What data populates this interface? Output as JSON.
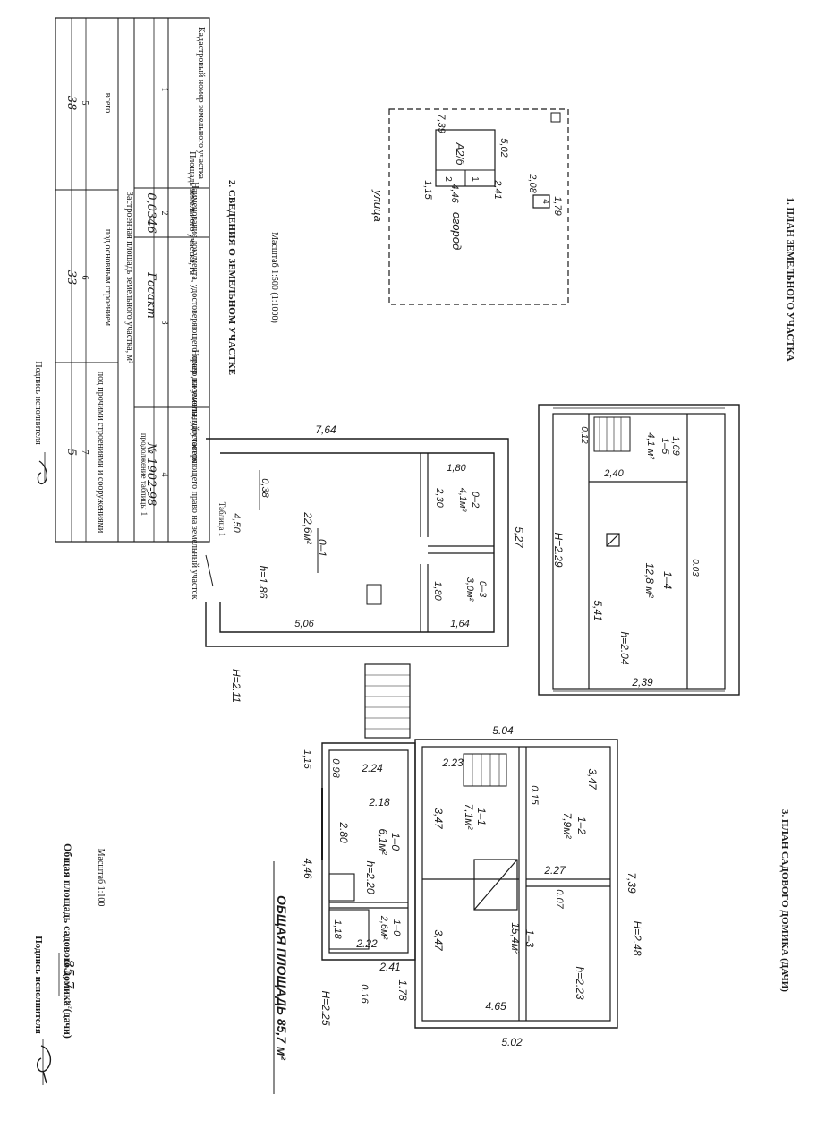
{
  "headings": {
    "land_plan": "1. ПЛАН ЗЕМЕЛЬНОГО УЧАСТКА",
    "land_info": "2. СВЕДЕНИЯ О ЗЕМЕЛЬНОМ УЧАСТКЕ",
    "house_plan": "3. ПЛАН САДОВОГО ДОМИКА (ДАЧИ)",
    "scale_land": "Масштаб 1:500 (1:1000)",
    "scale_house": "Масштаб 1:100"
  },
  "table": {
    "caption": "Таблица 1",
    "continuation": "продолжение таблицы 1",
    "headers": [
      "Кадастровый номер земельного участка",
      "Площадь земельного участка, га",
      "Наименование документа, удостоверяющего право на земельный участок",
      "Номер документа, удостоверяющего право на земельный участок"
    ],
    "col_numbers": [
      "1",
      "2",
      "3",
      "4"
    ],
    "row_values": [
      "0,0346",
      "Госакт",
      "№ 1902-98"
    ],
    "built_area_header": "Застроенная площадь земельного участка, м²",
    "built_headers": [
      "всего",
      "под основным строением",
      "под прочими строениями и сооружениями"
    ],
    "built_col_numbers": [
      "5",
      "6",
      "7"
    ],
    "built_values": [
      "38",
      "33",
      "5"
    ],
    "signature_label": "Подпись исполнителя"
  },
  "site_plan": {
    "street_label": "улица",
    "garden_label": "огород",
    "house_code": "А2/б",
    "dims": [
      "7,39",
      "5,02",
      "2,41",
      "4,46",
      "1,15",
      "2,08",
      "1,79"
    ],
    "marks": [
      "1",
      "2",
      "4"
    ]
  },
  "second_floor": {
    "rooms": [
      {
        "code": "0–1",
        "area": "22,6м²",
        "height": "h=1.86"
      },
      {
        "code": "0–2",
        "area": "4,1м²"
      },
      {
        "code": "0–3",
        "area": "3,0м²"
      }
    ],
    "dims": [
      "7,64",
      "5,27",
      "0,38",
      "4,50",
      "5,06",
      "1,80",
      "2,30",
      "1,80",
      "1,64"
    ],
    "outer_height": "H=2.11"
  },
  "attic": {
    "rooms": [
      {
        "code": "1–5",
        "area": "4,1 м²"
      },
      {
        "code": "1–4",
        "area": "12,8 м²",
        "height": "h=2.04"
      }
    ],
    "dims": [
      "0,12",
      "1,69",
      "2,40",
      "0.03",
      "5,41",
      "2,39"
    ],
    "outer_height": "H=2.29"
  },
  "ground_floor": {
    "rooms": [
      {
        "code": "1–0",
        "area": "6,1м²",
        "height": "h=2.20"
      },
      {
        "code": "1–0",
        "area": "2,6м²"
      },
      {
        "code": "1–1",
        "area": "7,1м²"
      },
      {
        "code": "1–2",
        "area": "7,9м²"
      },
      {
        "code": "1–3",
        "area": "15,4м²",
        "height": "h=2.23"
      }
    ],
    "dims": [
      "5.04",
      "2.24",
      "2.23",
      "0.15",
      "3,47",
      "0.98",
      "2.18",
      "3,47",
      "2.80",
      "2.27",
      "0.07",
      "1,15",
      "4,46",
      "7,39",
      "3,47",
      "1,18",
      "2.22",
      "2.41",
      "0.16",
      "1.78",
      "4.65",
      "5.02"
    ],
    "heights": [
      "H=2.48",
      "H=2.25"
    ],
    "total_area": "ОБЩАЯ ПЛОЩАДЬ 85,7 м²"
  },
  "footer": {
    "total_label": "Общая площадь садового домика (дачи)",
    "total_value": "85,7",
    "total_unit": "м²",
    "signature_label": "Подпись исполнителя"
  }
}
